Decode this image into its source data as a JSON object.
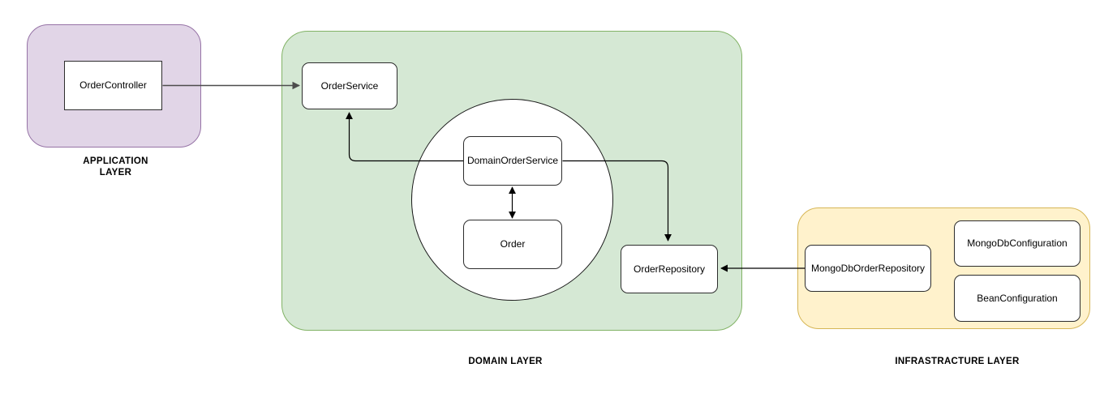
{
  "layers": {
    "application": {
      "label": "APPLICATION\nLAYER"
    },
    "domain": {
      "label": "DOMAIN LAYER"
    },
    "infrastructure": {
      "label": "INFRASTRACTURE LAYER"
    }
  },
  "nodes": {
    "order_controller": "OrderController",
    "order_service": "OrderService",
    "domain_order_service": "DomainOrderService",
    "order": "Order",
    "order_repository": "OrderRepository",
    "mongodb_order_repository": "MongoDbOrderRepository",
    "mongodb_configuration": "MongoDbConfiguration",
    "bean_configuration": "BeanConfiguration"
  },
  "edges": [
    {
      "from": "OrderController",
      "to": "OrderService",
      "type": "arrow"
    },
    {
      "from": "DomainOrderService",
      "to": "OrderService",
      "type": "arrow"
    },
    {
      "from": "DomainOrderService",
      "to": "Order",
      "type": "bidirectional-arrow"
    },
    {
      "from": "DomainOrderService",
      "to": "OrderRepository",
      "type": "arrow"
    },
    {
      "from": "MongoDbOrderRepository",
      "to": "OrderRepository",
      "type": "arrow"
    }
  ],
  "colors": {
    "application_fill": "#E1D5E7",
    "application_stroke": "#9673A6",
    "domain_fill": "#D5E8D4",
    "domain_stroke": "#82B366",
    "infrastructure_fill": "#FFF2CC",
    "infrastructure_stroke": "#D6B656",
    "node_fill": "#FFFFFF",
    "node_stroke": "#2D2D2D",
    "edge": "#000000",
    "text": "#000000"
  }
}
